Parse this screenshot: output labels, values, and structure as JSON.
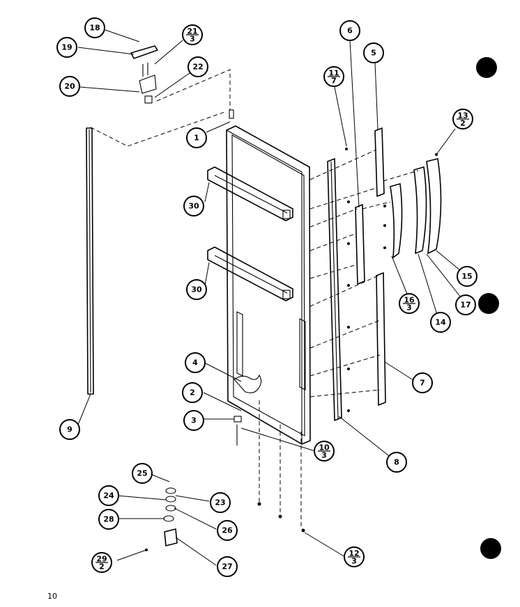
{
  "page_number": "10",
  "callouts": [
    {
      "id": "c18",
      "top": "18"
    },
    {
      "id": "c19",
      "top": "19"
    },
    {
      "id": "c20",
      "top": "20"
    },
    {
      "id": "c21",
      "top": "21",
      "bottom": "3"
    },
    {
      "id": "c22",
      "top": "22"
    },
    {
      "id": "c1",
      "top": "1"
    },
    {
      "id": "c30a",
      "top": "30"
    },
    {
      "id": "c30b",
      "top": "30"
    },
    {
      "id": "c6",
      "top": "6"
    },
    {
      "id": "c5",
      "top": "5"
    },
    {
      "id": "c11",
      "top": "11",
      "bottom": "7"
    },
    {
      "id": "c13",
      "top": "13",
      "bottom": "2"
    },
    {
      "id": "c15",
      "top": "15"
    },
    {
      "id": "c16",
      "top": "16",
      "bottom": "3"
    },
    {
      "id": "c14",
      "top": "14"
    },
    {
      "id": "c17",
      "top": "17"
    },
    {
      "id": "c7",
      "top": "7"
    },
    {
      "id": "c8",
      "top": "8"
    },
    {
      "id": "c9",
      "top": "9"
    },
    {
      "id": "c4",
      "top": "4"
    },
    {
      "id": "c2",
      "top": "2"
    },
    {
      "id": "c3",
      "top": "3"
    },
    {
      "id": "c10",
      "top": "10",
      "bottom": "3"
    },
    {
      "id": "c25",
      "top": "25"
    },
    {
      "id": "c24",
      "top": "24"
    },
    {
      "id": "c23",
      "top": "23"
    },
    {
      "id": "c28",
      "top": "28"
    },
    {
      "id": "c26",
      "top": "26"
    },
    {
      "id": "c29",
      "top": "29",
      "bottom": "2"
    },
    {
      "id": "c27",
      "top": "27"
    },
    {
      "id": "c12",
      "top": "12",
      "bottom": "3"
    }
  ]
}
